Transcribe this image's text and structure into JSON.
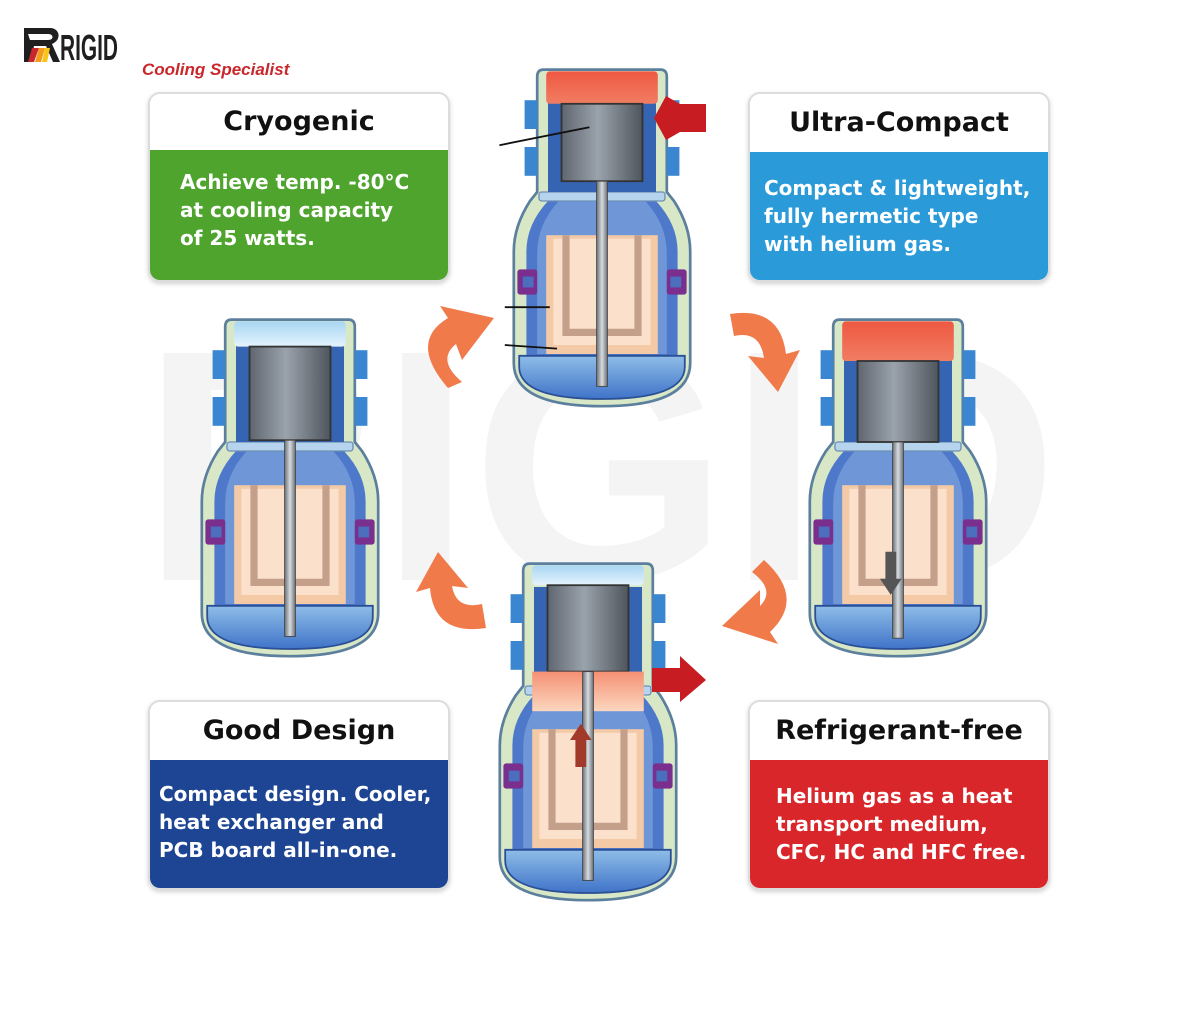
{
  "brand": {
    "name": "RIGID",
    "tagline": "Cooling Specialist",
    "colors": {
      "red": "#c8282c",
      "orange": "#f29a1c",
      "yellow": "#f7c619",
      "dark": "#1f1f1f"
    }
  },
  "features": {
    "cryogenic": {
      "title": "Cryogenic",
      "lines": [
        "Achieve temp. -80°C",
        "at cooling capacity",
        "of 25 watts."
      ],
      "color": "#4fa42e"
    },
    "ultra_compact": {
      "title": "Ultra-Compact",
      "lines": [
        "Compact & lightweight,",
        "fully hermetic type",
        "with helium gas."
      ],
      "color": "#2a9ad8"
    },
    "good_design": {
      "title": "Good Design",
      "lines": [
        "Compact design. Cooler,",
        "heat exchanger and",
        "PCB board all-in-one."
      ],
      "color": "#1d4593"
    },
    "refrigerant_free": {
      "title": "Refrigerant-free",
      "lines": [
        "Helium gas as a heat",
        "transport medium,",
        "CFC, HC and HFC free."
      ],
      "color": "#d9262a"
    }
  },
  "cycle": {
    "cylinders": [
      "cylinder-top",
      "cylinder-right",
      "cylinder-bottom",
      "cylinder-left"
    ],
    "flow_direction": "clockwise",
    "arrow_color": "#f07a4a",
    "hot_color": "#ef5842",
    "cold_color": "#bfe0f5"
  }
}
